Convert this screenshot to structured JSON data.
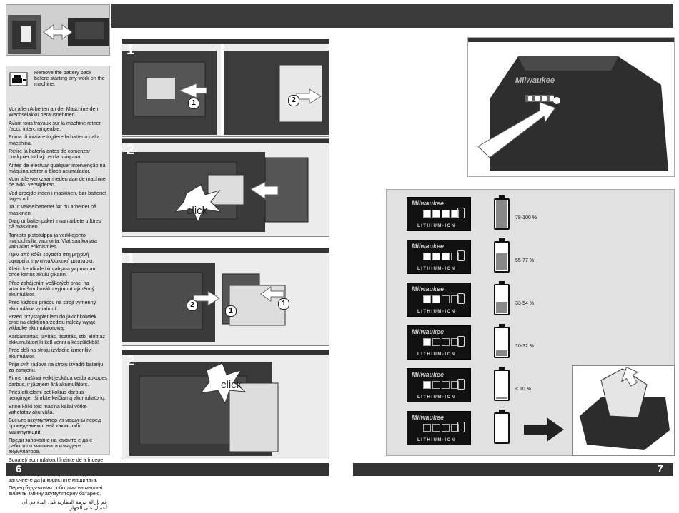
{
  "warnings": [
    "Remove the battery pack before starting any work on the machine.",
    "Vor allen Arbeiten an der Maschine den Wechselakku herausnehmen",
    "Avant tous travaux sur la machine retirer l'accu interchangeable.",
    "Prima di iniziare togliere la batteria dalla macchina.",
    "Retire la batería antes de comenzar cualquier trabajo en la máquina.",
    "Antes de efectuar qualquer intervenção na máquina retirar o bloco acumulador.",
    "Voor alle werkzaamheden aan de machine de akku verwijderen.",
    "Ved arbejde inden i maskinen, bør batteriet tages ud.",
    "Ta ut vekselbatteriet før du arbeider på maskinen",
    "Drag ur batteripaket innan arbete utföres på maskinen.",
    "Tarkista pistotulppa ja verkkojohto mahdollisilta vaurioilta. Vlat saa korjata vain alan erikoismies.",
    "Πριν από κάθε εργασία στη μηχανή αφαιρείτε την ανταλλακτική μπαταρία.",
    "Aletin kendinde bir çalışma yapmadan önce kartuş akülü çıkarın.",
    "Před zahájením veškerých prací na vrtacím šroubováku vyjmout výměnný akumulátor.",
    "Pred každou prácou na stroji výmenný akumulátor vytiahnuť.",
    "Przed przystąpieniem do jakichkolwiek prac na elektronarzędziu należy wyjąć wkładkę akumulatorową.",
    "Karbantartás, javítás, tisztítás, stb. előtt az akkumulátort ki kell venni a készülékből.",
    "Pred deli na stroju izvlecite izmenljivi akumulator.",
    "Prije svih radova na stroju izvaditi bateriju za zamjenu.",
    "Pirms mašīnai veikt jebkāda veida apkopes darbus, ir jāizņem ārā akumulātors.",
    "Prieš atlikdami bet kokius darbus įrenginyje, išimkite keičiamą akumuliatorių.",
    "Enne kõiki töid masina kallal võtke vahetatav aku välja.",
    "Выньте аккумулятор из машины перед проведением с ней каких либо манипуляций.",
    "Преди започване на каквито е да е работи по машината извадете акумулатора.",
    "Scoateţi acumulatorul înainte de a începe orice intervenţie pe maşină.",
    "Отстранете ја батеријата пред да започнете да ја користите машината.",
    "Перед будь-якими роботами на машині вийміть змінну акумуляторну батарею.",
    "قم بإزالة حزمة البطارية قبل البدء في أي أعمال على الجهاز."
  ],
  "steps": {
    "top_step1": "1",
    "top_step2": "2",
    "bottom_step1": "1",
    "bottom_step2": "2"
  },
  "callouts": {
    "c1": "1",
    "c2": "2",
    "c3": "2",
    "c4": "1",
    "c5": "1"
  },
  "click_labels": {
    "click_a": "click",
    "click_b": "click"
  },
  "brand": {
    "logo": "Milwaukee",
    "battery_logo": "Milwaukee",
    "lithium": "LITHIUM-ION"
  },
  "levels": [
    {
      "label": "78-100 %",
      "fill": 1.0,
      "leds_on": 4
    },
    {
      "label": "55-77 %",
      "fill": 0.62,
      "leds_on": 3
    },
    {
      "label": "33-54 %",
      "fill": 0.42,
      "leds_on": 2
    },
    {
      "label": "10-32 %",
      "fill": 0.2,
      "leds_on": 1
    },
    {
      "label": "< 10 %",
      "fill": 0.05,
      "leds_on": 1
    },
    {
      "label": "",
      "fill": 0.0,
      "leds_on": 0
    }
  ],
  "pages": {
    "left": "6",
    "right": "7"
  },
  "colors": {
    "band": "#3b3b3b",
    "panel": "#e9e9e9"
  },
  "icons": {
    "warning": "battery-removal-icon",
    "arrow_swap": "double-arrow-icon",
    "next": "arrow-right-icon"
  }
}
